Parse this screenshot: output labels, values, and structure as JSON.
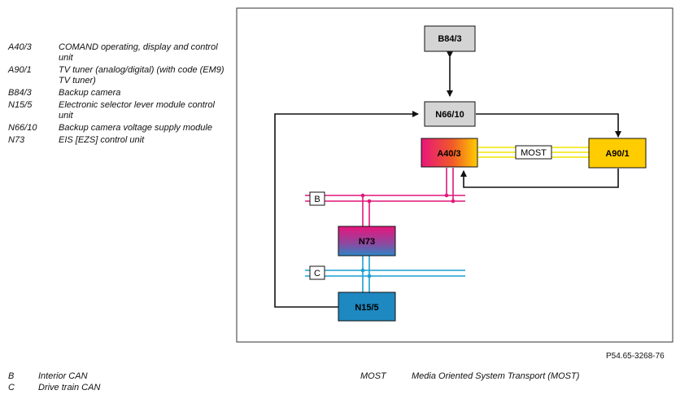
{
  "legend": [
    {
      "code": "A40/3",
      "desc": "COMAND operating, display and control unit"
    },
    {
      "code": "A90/1",
      "desc": "TV tuner (analog/digital) (with code (EM9) TV tuner)"
    },
    {
      "code": "B84/3",
      "desc": "Backup camera"
    },
    {
      "code": "N15/5",
      "desc": "Electronic selector lever module control unit"
    },
    {
      "code": "N66/10",
      "desc": "Backup camera voltage supply module"
    },
    {
      "code": "N73",
      "desc": "EIS [EZS] control unit"
    }
  ],
  "diagram": {
    "boxes": {
      "b84": "B84/3",
      "n66": "N66/10",
      "a40": "A40/3",
      "a90": "A90/1",
      "n73": "N73",
      "n15": "N15/5"
    },
    "most_label": "MOST",
    "bus_b_label": "B",
    "bus_c_label": "C",
    "colors": {
      "interior_can": "#e0177a",
      "drive_train_can": "#1a9fd0",
      "most": "#f2e600",
      "grey_box": "#d4d4d4",
      "a90_fill": "#ffcc00",
      "n15_fill": "#1e88c0"
    }
  },
  "reference": "P54.65-3268-76",
  "footer_legend": {
    "left": [
      {
        "code": "B",
        "desc": "Interior CAN"
      },
      {
        "code": "C",
        "desc": "Drive train CAN"
      }
    ],
    "right": [
      {
        "code": "MOST",
        "desc": "Media Oriented System Transport (MOST)"
      }
    ]
  }
}
